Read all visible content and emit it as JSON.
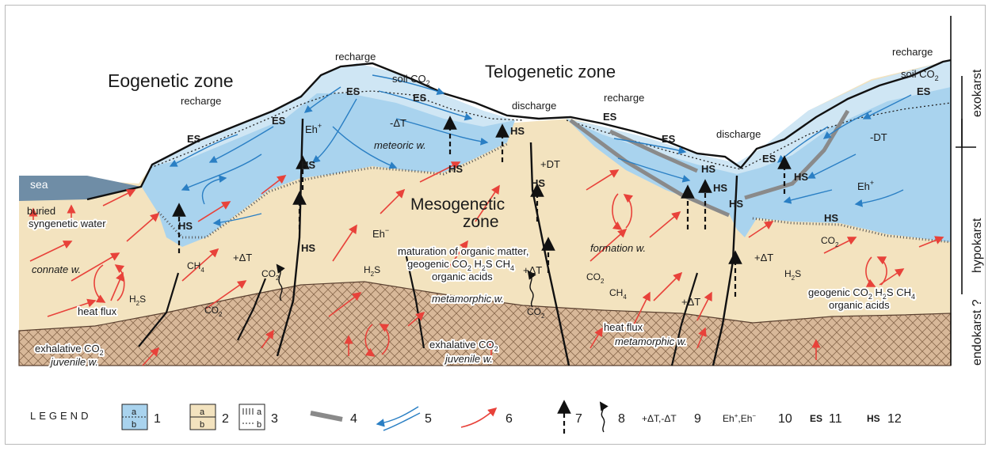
{
  "zones": {
    "eogenetic": "Eogenetic zone",
    "telogenetic": "Telogenetic zone",
    "mesogenetic_1": "Mesogenetic",
    "mesogenetic_2": "zone"
  },
  "karst_scale": {
    "exokarst": "exokarst",
    "hypokarst": "hypokarst",
    "endokarst": "endokarst ?"
  },
  "labels": {
    "sea": "sea",
    "recharge": "recharge",
    "discharge": "discharge",
    "soil_co2": "soil CO",
    "sub2": "2",
    "meteoric": "meteoric w.",
    "buried_1": "buried",
    "buried_2": "syngenetic water",
    "connate": "connate w.",
    "heat_flux": "heat flux",
    "h2s": "H",
    "h2s_tail": "S",
    "ch4": "CH",
    "sub4": "4",
    "co2": "CO",
    "exhalative": "exhalative CO",
    "juvenile": "juvenile w.",
    "maturation_1": "maturation of organic matter,",
    "maturation_2a": "geogenic CO",
    "maturation_2b": " H",
    "maturation_2c": "S CH",
    "organic_acids": "organic acids",
    "metamorphic": "metamorphic w.",
    "formation": "formation w.",
    "eh_plus": "Eh",
    "eh_minus": "Eh",
    "sup_plus": "+",
    "sup_minus": "−",
    "dt_plus": "+ΔT",
    "dt_minus": "-ΔT",
    "plus_dt": "+DT",
    "minus_dt": "-DT",
    "es": "ES",
    "hs": "HS"
  },
  "legend": {
    "title": "LEGEND",
    "a": "a",
    "b": "b",
    "n1": "1",
    "n2": "2",
    "n3": "3",
    "n4": "4",
    "n5": "5",
    "n6": "6",
    "n7": "7",
    "n8": "8",
    "n9": "9",
    "n10": "10",
    "n11": "11",
    "n12": "12",
    "dt_symbol": "+ΔT,-ΔT",
    "eh_symbol_a": "Eh",
    "eh_symbol_b": ",Eh",
    "es_symbol": "ES",
    "hs_symbol": "HS"
  },
  "colors": {
    "meteoric_fill": "#a9d3ee",
    "meteoric_light": "#cfe6f4",
    "formation_fill": "#f3e3bf",
    "basement_fill": "#d9b99a",
    "sea_fill": "#6f8da6",
    "heat_arrow": "#e8423a",
    "water_arrow": "#2a7fc4",
    "telogenetic_boundary": "#8a8a8a"
  }
}
